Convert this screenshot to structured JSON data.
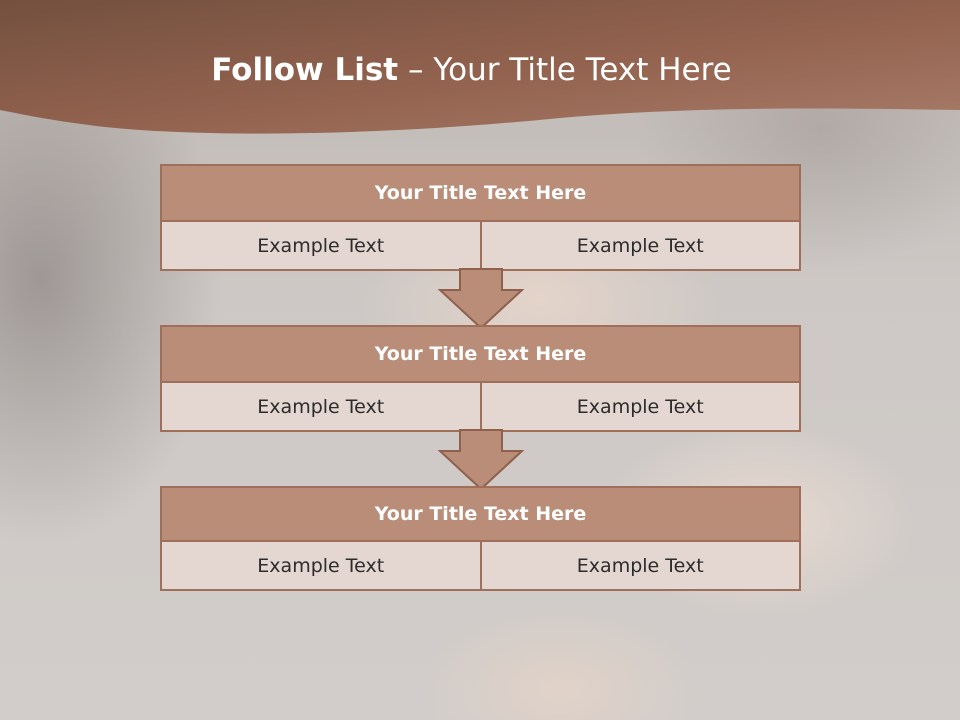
{
  "slide": {
    "title_bold": "Follow List",
    "title_rest": " – Your Title Text Here"
  },
  "steps": [
    {
      "title": "Your Title Text Here",
      "left": "Example Text",
      "right": "Example Text"
    },
    {
      "title": "Your Title Text Here",
      "left": "Example Text",
      "right": "Example Text"
    },
    {
      "title": "Your Title Text Here",
      "left": "Example Text",
      "right": "Example Text"
    }
  ],
  "colors": {
    "header_band": "#8b5a45",
    "box_header_fill": "#b98d78",
    "box_border": "#9f6f5a",
    "cell_fill": "#e4d6d1",
    "arrow_fill": "#b98d78"
  }
}
